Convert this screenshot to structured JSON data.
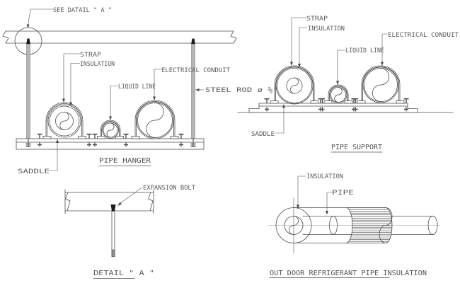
{
  "palette": {
    "line_color": "#4f4f4f",
    "text_color": "#5a5a5a",
    "rod_fill": "#b5b5b5",
    "anchor_color": "#1a1a1a",
    "background": "#ffffff"
  },
  "pipe_hanger": {
    "title": "PIPE HANGER",
    "see_detail": "SEE DATAIL \" A \"",
    "strap": "STRAP",
    "insulation": "INSULATION",
    "liquid_line": "LIQUID LINE",
    "electrical_conduit": "ELECTRICAL CONDUIT",
    "steel_rod": "STEEL ROD ø ⅜\"",
    "saddle": "SADDLE"
  },
  "pipe_support": {
    "title": "PIPE SUPPORT",
    "strap": "STRAP",
    "insulation": "INSULATION",
    "liquid_line": "LIQUID LINE",
    "electrical_conduit": "ELECTRICAL CONDUIT",
    "saddle": "SADDLE"
  },
  "detail_a": {
    "title": "DETAIL \" A \"",
    "expansion_bolt": "EXPANSION BOLT"
  },
  "outdoor": {
    "title": "OUT DOOR REFRIGERANT PIPE INSULATION",
    "insulation": "INSULATION",
    "pipe": "PIPE"
  }
}
